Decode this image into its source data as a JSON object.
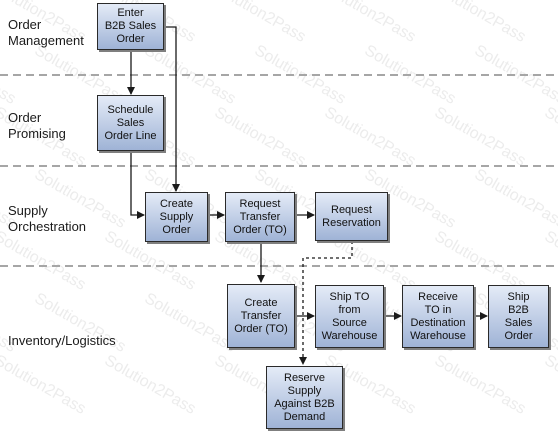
{
  "lanes": [
    {
      "id": "order-management",
      "label": "Order\nManagement"
    },
    {
      "id": "order-promising",
      "label": "Order\nPromising"
    },
    {
      "id": "supply-orchestration",
      "label": "Supply\nOrchestration"
    },
    {
      "id": "inventory-logistics",
      "label": "Inventory/Logistics"
    }
  ],
  "steps": {
    "enter_order": "Enter\nB2B Sales\nOrder",
    "schedule_line": "Schedule\nSales\nOrder Line",
    "create_supply": "Create\nSupply\nOrder",
    "request_to": "Request\nTransfer\nOrder (TO)",
    "request_reservation": "Request\nReservation",
    "create_to": "Create\nTransfer\nOrder (TO)",
    "ship_to": "Ship TO\nfrom\nSource\nWarehouse",
    "receive_to": "Receive\nTO in\nDestination\nWarehouse",
    "ship_order": "Ship\nB2B\nSales\nOrder",
    "reserve_supply": "Reserve\nSupply\nAgainst B2B\nDemand"
  },
  "watermark": "Solution2Pass",
  "colors": {
    "box_top": "#e4ebf7",
    "box_bottom": "#9fb3d6",
    "divider": "#a6a6a6",
    "arrow": "#1a1a1a"
  }
}
